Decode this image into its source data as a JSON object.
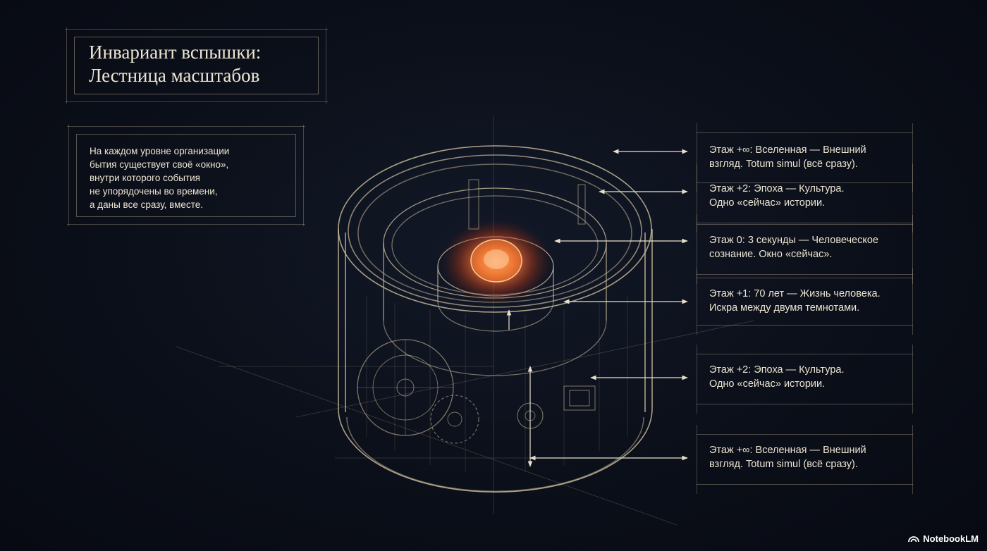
{
  "title_lines": [
    "Инвариант вспышки:",
    "Лестница масштабов"
  ],
  "intro_lines": [
    "На каждом уровне организации",
    "бытия существует своё «окно»,",
    "внутри которого события",
    "не упорядочены во времени,",
    "а даны все сразу, вместе."
  ],
  "labels": [
    {
      "line1": "Этаж +∞: Вселенная — Внешний",
      "line2": "взгляд. Totum simul (всё сразу)."
    },
    {
      "line1": "Этаж +2: Эпоха — Культура.",
      "line2": "Одно «сейчас» истории."
    },
    {
      "line1": "Этаж 0: 3 секунды — Человеческое",
      "line2": "сознание. Окно «сейчас»."
    },
    {
      "line1": "Этаж +1: 70 лет — Жизнь человека.",
      "line2": "Искра между двумя темнотами."
    },
    {
      "line1": "Этаж +2: Эпоха — Культура.",
      "line2": "Одно «сейчас» истории."
    },
    {
      "line1": "Этаж +∞: Вселенная — Внешний",
      "line2": "взгляд. Totum simul (всё сразу)."
    }
  ],
  "brand": {
    "name": "NotebookLM",
    "icon": "notebooklm-logo-icon"
  },
  "colors": {
    "background": "#0b0f19",
    "ink": "#c9b99a",
    "text": "#ece4d2",
    "glow": "#ff6a2a"
  }
}
